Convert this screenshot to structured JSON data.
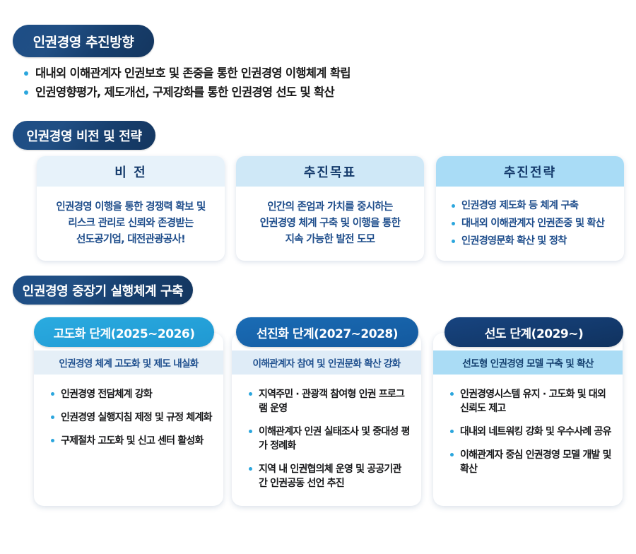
{
  "sections": {
    "direction": {
      "pill_label": "인권경영 추진방향",
      "bullets": [
        "대내외 이해관계자 인권보호 및 존중을 통한 인권경영 이행체계 확립",
        "인권영향평가, 제도개선,  구제강화를 통한 인권경영 선도 및 확산"
      ]
    },
    "vision_strategy": {
      "pill_label": "인권경영 비전 및 전략",
      "cards": [
        {
          "title": "비 전",
          "body": "인권경영 이행을 통한 경쟁력 확보 및 리스크 관리로 신뢰와 존경받는 선도공기업, 대전관광공사!",
          "lines": [
            "인권경영 이행을 통한 경쟁력 확보 및",
            "리스크 관리로 신뢰와 존경받는",
            "선도공기업, 대전관광공사!"
          ]
        },
        {
          "title": "추진목표",
          "body": "인간의 존엄과 가치를 중시하는 인권경영 체계 구축 및 이행을 통한 지속 가능한 발전 도모",
          "lines": [
            "인간의 존엄과 가치를 중시하는",
            "인권경영 체계 구축 및 이행을 통한",
            "지속 가능한 발전 도모"
          ]
        },
        {
          "title": "추진전략",
          "bullets": [
            "인권경영 제도화 등 체계 구축",
            "대내외 이해관계자 인권존중 및 확산",
            "인권경영문화 확산 및 정착"
          ]
        }
      ]
    },
    "midterm": {
      "pill_label": "인권경영 중장기 실행체계 구축",
      "stages": [
        {
          "pill_label": "고도화 단계(2025~2026)",
          "subtitle": "인권경영 체계 고도화 및 제도 내실화",
          "bullets": [
            "인권경영 전담체계 강화",
            "인권경영 실행지침 제정 및 규정 체계화",
            "구제절차 고도화 및 신고 센터 활성화"
          ]
        },
        {
          "pill_label": "선진화 단계(2027~2028)",
          "subtitle": "이해관계자 참여 및 인권문화 확산 강화",
          "bullets": [
            "지역주민 · 관광객 참여형 인권 프로그램 운영",
            "이해관계자 인권 실태조사 및 중대성 평가 정례화",
            "지역 내 인권협의체 운영 및 공공기관 간 인권공동 선언 추진"
          ]
        },
        {
          "pill_label": "선도 단계(2029~)",
          "subtitle": "선도형 인권경영 모델 구축 및 확산",
          "bullets": [
            "인권경영시스템 유지 · 고도화 및 대외 신뢰도 제고",
            "대내외 네트워킹 강화 및 우수사례 공유",
            "이해관계자 중심 인권경영 모델 개발 및 확산"
          ]
        }
      ]
    }
  },
  "colors": {
    "navy_pill": "#1b4877",
    "accent_cyan": "#2ba6dd",
    "stage1_pill": "#2aabe0",
    "stage2_pill": "#1a6cb5",
    "stage3_pill": "#174480",
    "vision_head": "#e7f2fa",
    "goal_head": "#cfe8f7",
    "strategy_head": "#a9dcf6",
    "body_blue_text": "#1f4e8c"
  }
}
